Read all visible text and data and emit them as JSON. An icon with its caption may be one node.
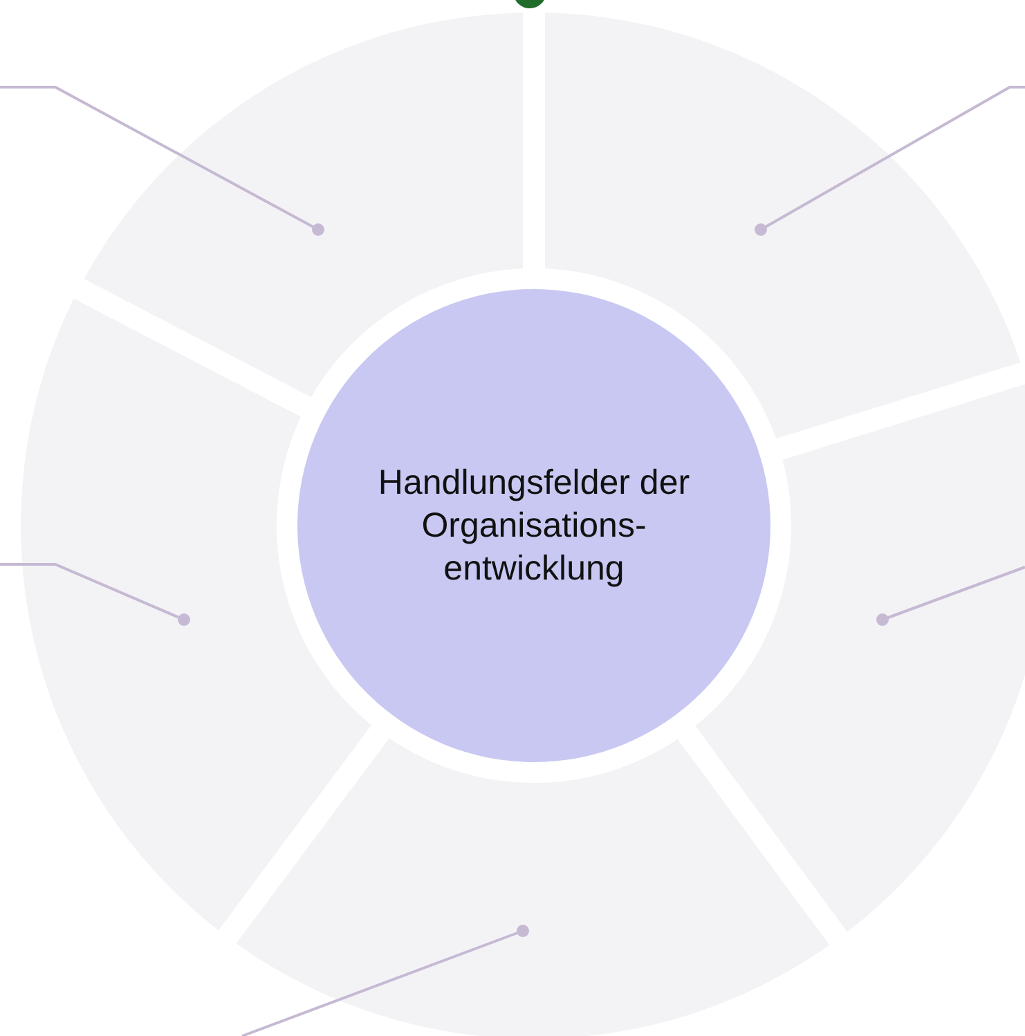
{
  "diagram": {
    "nodes": [
      {
        "text": [
          "Handlungsfelder der Organisations- entwicklung"
        ]
      },
      {
        "text": [],
        "shape": "segment"
      },
      {
        "text": [],
        "shape": "segment"
      },
      {
        "text": [],
        "shape": "segment"
      },
      {
        "text": [],
        "shape": "segment"
      },
      {
        "text": [],
        "shape": "segment"
      }
    ],
    "edges": [
      {
        "from": 1,
        "to": null,
        "arrow": "other"
      },
      {
        "from": 2,
        "to": null,
        "arrow": "other"
      },
      {
        "from": 3,
        "to": null,
        "arrow": "other"
      },
      {
        "from": 4,
        "to": null,
        "arrow": "other"
      },
      {
        "from": 5,
        "to": null,
        "arrow": "other"
      }
    ]
  }
}
